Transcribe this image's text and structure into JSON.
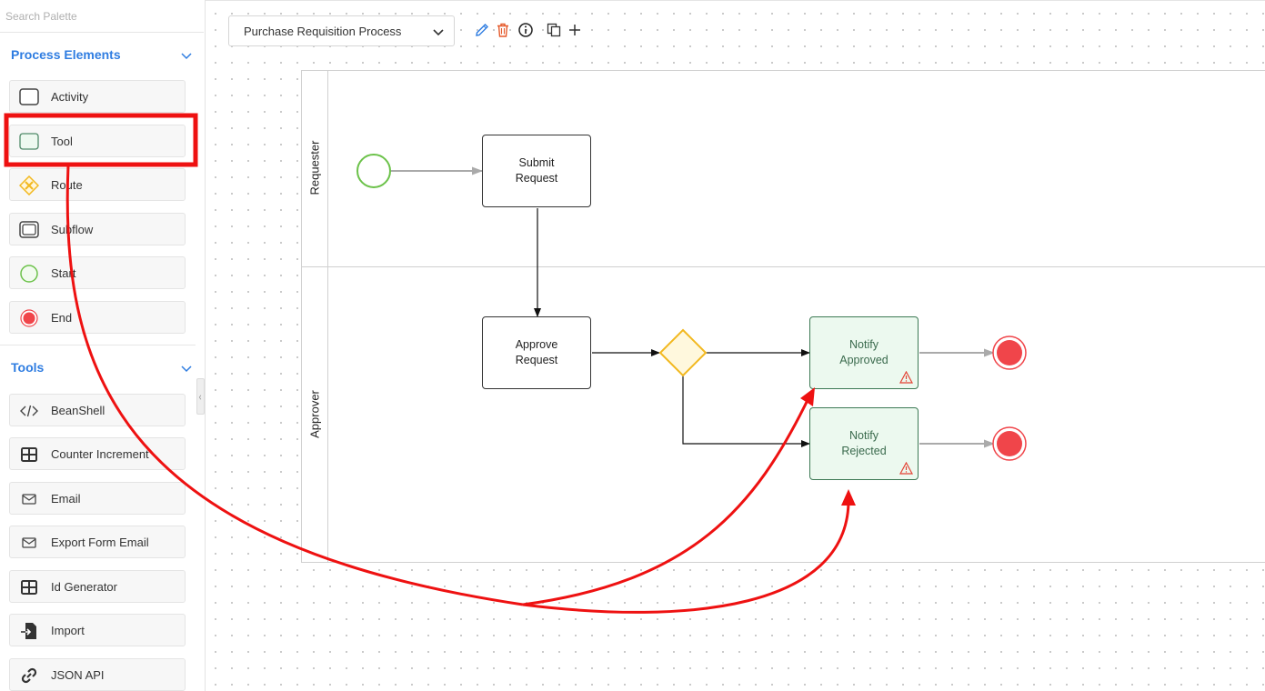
{
  "sidebar": {
    "search_placeholder": "Search Palette",
    "sections": [
      {
        "title": "Process Elements",
        "items": [
          {
            "label": "Activity",
            "icon": "activity-icon"
          },
          {
            "label": "Tool",
            "icon": "tool-icon"
          },
          {
            "label": "Route",
            "icon": "route-icon"
          },
          {
            "label": "Subflow",
            "icon": "subflow-icon"
          },
          {
            "label": "Start",
            "icon": "start-icon"
          },
          {
            "label": "End",
            "icon": "end-icon"
          }
        ]
      },
      {
        "title": "Tools",
        "items": [
          {
            "label": "BeanShell",
            "icon": "code-icon"
          },
          {
            "label": "Counter Increment",
            "icon": "grid-icon"
          },
          {
            "label": "Email",
            "icon": "mail-icon"
          },
          {
            "label": "Export Form Email",
            "icon": "mail-icon"
          },
          {
            "label": "Id Generator",
            "icon": "grid-icon"
          },
          {
            "label": "Import",
            "icon": "import-icon"
          },
          {
            "label": "JSON API",
            "icon": "link-icon"
          }
        ]
      }
    ]
  },
  "toolbar": {
    "process_name": "Purchase Requisition Process",
    "buttons": [
      "edit-icon",
      "delete-icon",
      "info-icon",
      "copy-icon",
      "add-icon"
    ]
  },
  "diagram": {
    "lanes": [
      "Requester",
      "Approver"
    ],
    "tasks": {
      "submit": "Submit\nRequest",
      "approve": "Approve\nRequest"
    },
    "tools": {
      "notify_approved": "Notify\nApproved",
      "notify_rejected": "Notify\nRejected"
    }
  },
  "colors": {
    "accent": "#2f7de1",
    "highlight": "#ee1111",
    "start": "#6cc24a",
    "end": "#f0454a",
    "gateway": "#f2b81f",
    "tool_fill": "#ecf9ef",
    "warning": "#e34234"
  }
}
